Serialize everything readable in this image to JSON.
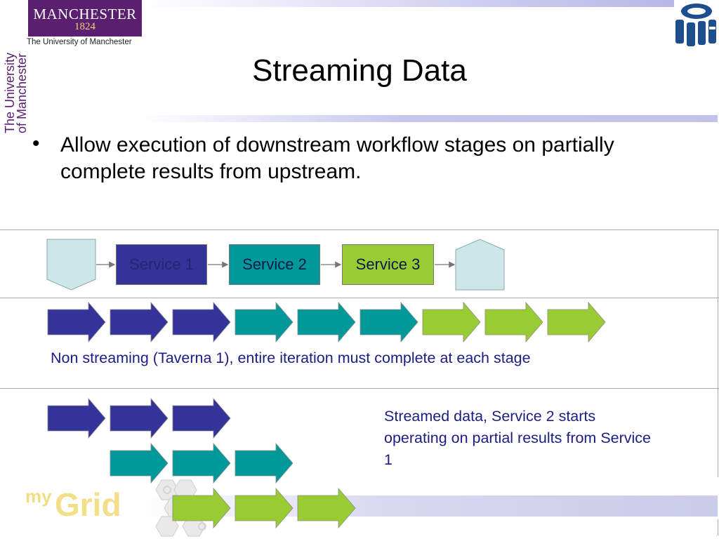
{
  "header": {
    "university_logo_word": "MANCHESTER",
    "university_logo_year": "1824",
    "university_line": "The University of Manchester",
    "university_vertical_1": "The University",
    "university_vertical_2": "of Manchester",
    "mii_logo_icon": "mii-logo-icon",
    "title": "Streaming Data"
  },
  "bullets": [
    {
      "text": "Allow execution of downstream workflow stages on partially complete results from upstream."
    }
  ],
  "workflow": {
    "input_icon": "input-pentagon-icon",
    "output_icon": "output-pentagon-icon",
    "services": [
      {
        "label": "Service 1",
        "color": "#333399"
      },
      {
        "label": "Service 2",
        "color": "#009999"
      },
      {
        "label": "Service 3",
        "color": "#99cc33"
      }
    ]
  },
  "non_streaming": {
    "caption": "Non streaming (Taverna 1), entire iteration must complete at each stage",
    "arrows": [
      "service-1",
      "service-1",
      "service-1",
      "service-2",
      "service-2",
      "service-2",
      "service-3",
      "service-3",
      "service-3"
    ]
  },
  "streaming": {
    "caption": "Streamed data, Service 2 starts operating on partial results from Service 1",
    "rows": [
      [
        "service-1",
        "service-1",
        "service-1"
      ],
      [
        "service-2",
        "service-2",
        "service-2"
      ],
      [
        "service-3",
        "service-3",
        "service-3"
      ]
    ]
  },
  "footer": {
    "brand_prefix": "my",
    "brand_word": "Grid",
    "hex_icon": "hexagon-graphic-icon"
  },
  "colors": {
    "service_1": "#333399",
    "service_2": "#009999",
    "service_3": "#99cc33",
    "data_shape": "#cce6ea",
    "caption_text": "#1c1c86"
  }
}
